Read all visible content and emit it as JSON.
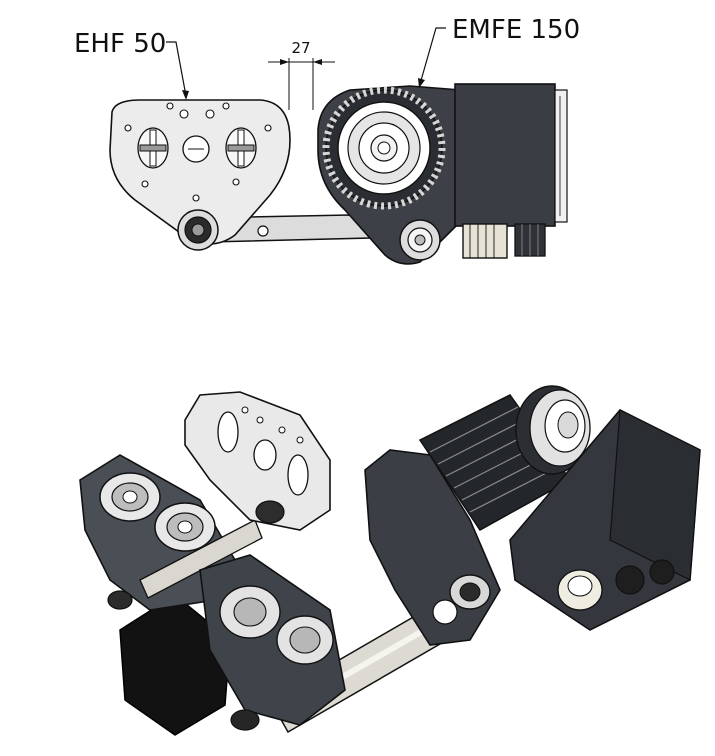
{
  "labels": {
    "left_unit": "EHF 50",
    "right_unit": "EMFE 150",
    "dimension": "27"
  },
  "colors": {
    "plate_light": "#e9e9e9",
    "plate_mid": "#cfcfcf",
    "dark_body": "#3b3f45",
    "darker": "#23262a",
    "black": "#141414",
    "shaft": "#d8d6cf",
    "line": "#111111"
  }
}
